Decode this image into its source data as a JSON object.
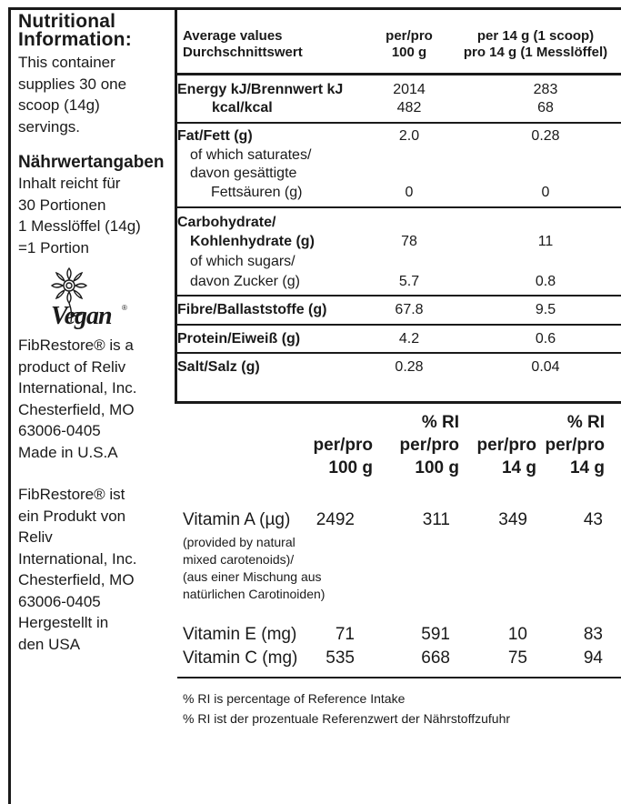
{
  "left": {
    "title_line1": "Nutritional",
    "title_line2": "Information:",
    "en_servings": [
      "This container",
      "supplies 30 one",
      "scoop (14g)",
      "servings."
    ],
    "de_title": "Nährwertangaben",
    "de_servings": [
      "Inhalt reicht für",
      "30 Portionen",
      "1 Messlöffel (14g)",
      "=1 Portion"
    ],
    "vegan_logo_text": "Vegan",
    "en_company": [
      "FibRestore® is a",
      "product of Reliv",
      "International, Inc.",
      "Chesterfield, MO",
      "63006-0405",
      "Made in U.S.A"
    ],
    "de_company": [
      "FibRestore® ist",
      "ein Produkt von",
      "Reliv",
      "International, Inc.",
      "Chesterfield, MO",
      "63006-0405",
      "Hergestellt in",
      "den USA"
    ]
  },
  "nutrition": {
    "header": {
      "col1": [
        "Average values",
        "Durchschnittswert"
      ],
      "col2": [
        "per/pro",
        "100 g"
      ],
      "col3": [
        "per 14 g (1 scoop)",
        "pro 14 g (1 Messlöffel)"
      ]
    },
    "energy": {
      "label1": "Energy kJ/Brennwert kJ",
      "label2": "kcal/kcal",
      "v100_kj": "2014",
      "v14_kj": "283",
      "v100_kcal": "482",
      "v14_kcal": "68"
    },
    "fat": {
      "label": "Fat/Fett (g)",
      "v100": "2.0",
      "v14": "0.28",
      "sub": [
        "of which saturates/",
        "davon gesättigte",
        "Fettsäuren (g)"
      ],
      "sub_v100": "0",
      "sub_v14": "0"
    },
    "carb": {
      "label": [
        "Carbohydrate/",
        "Kohlenhydrate (g)"
      ],
      "v100": "78",
      "v14": "11",
      "sub": [
        "of which sugars/",
        "davon Zucker (g)"
      ],
      "sub_v100": "5.7",
      "sub_v14": "0.8"
    },
    "fibre": {
      "label": "Fibre/Ballaststoffe (g)",
      "v100": "67.8",
      "v14": "9.5"
    },
    "protein": {
      "label": "Protein/Eiweiß (g)",
      "v100": "4.2",
      "v14": "0.6"
    },
    "salt": {
      "label": "Salt/Salz (g)",
      "v100": "0.28",
      "v14": "0.04"
    }
  },
  "vitamins": {
    "headers": {
      "c1": [
        "",
        "per/pro",
        "100 g"
      ],
      "c2": [
        "% RI",
        "per/pro",
        "100 g"
      ],
      "c3": [
        "",
        "per/pro",
        "14 g"
      ],
      "c4": [
        "% RI",
        "per/pro",
        "14 g"
      ]
    },
    "vitA": {
      "label": "Vitamin A (µg)",
      "note": [
        "(provided by natural",
        "mixed carotenoids)/",
        "(aus einer Mischung aus",
        "natürlichen Carotinoiden)"
      ],
      "values": [
        "2492",
        "311",
        "349",
        "43"
      ]
    },
    "vitE": {
      "label": "Vitamin E (mg)",
      "values": [
        "71",
        "591",
        "10",
        "83"
      ]
    },
    "vitC": {
      "label": "Vitamin C (mg)",
      "values": [
        "535",
        "668",
        "75",
        "94"
      ]
    },
    "footnotes": [
      "% RI is percentage of Reference Intake",
      "% RI ist der prozentuale Referenzwert der Nährstoffzufuhr"
    ]
  }
}
